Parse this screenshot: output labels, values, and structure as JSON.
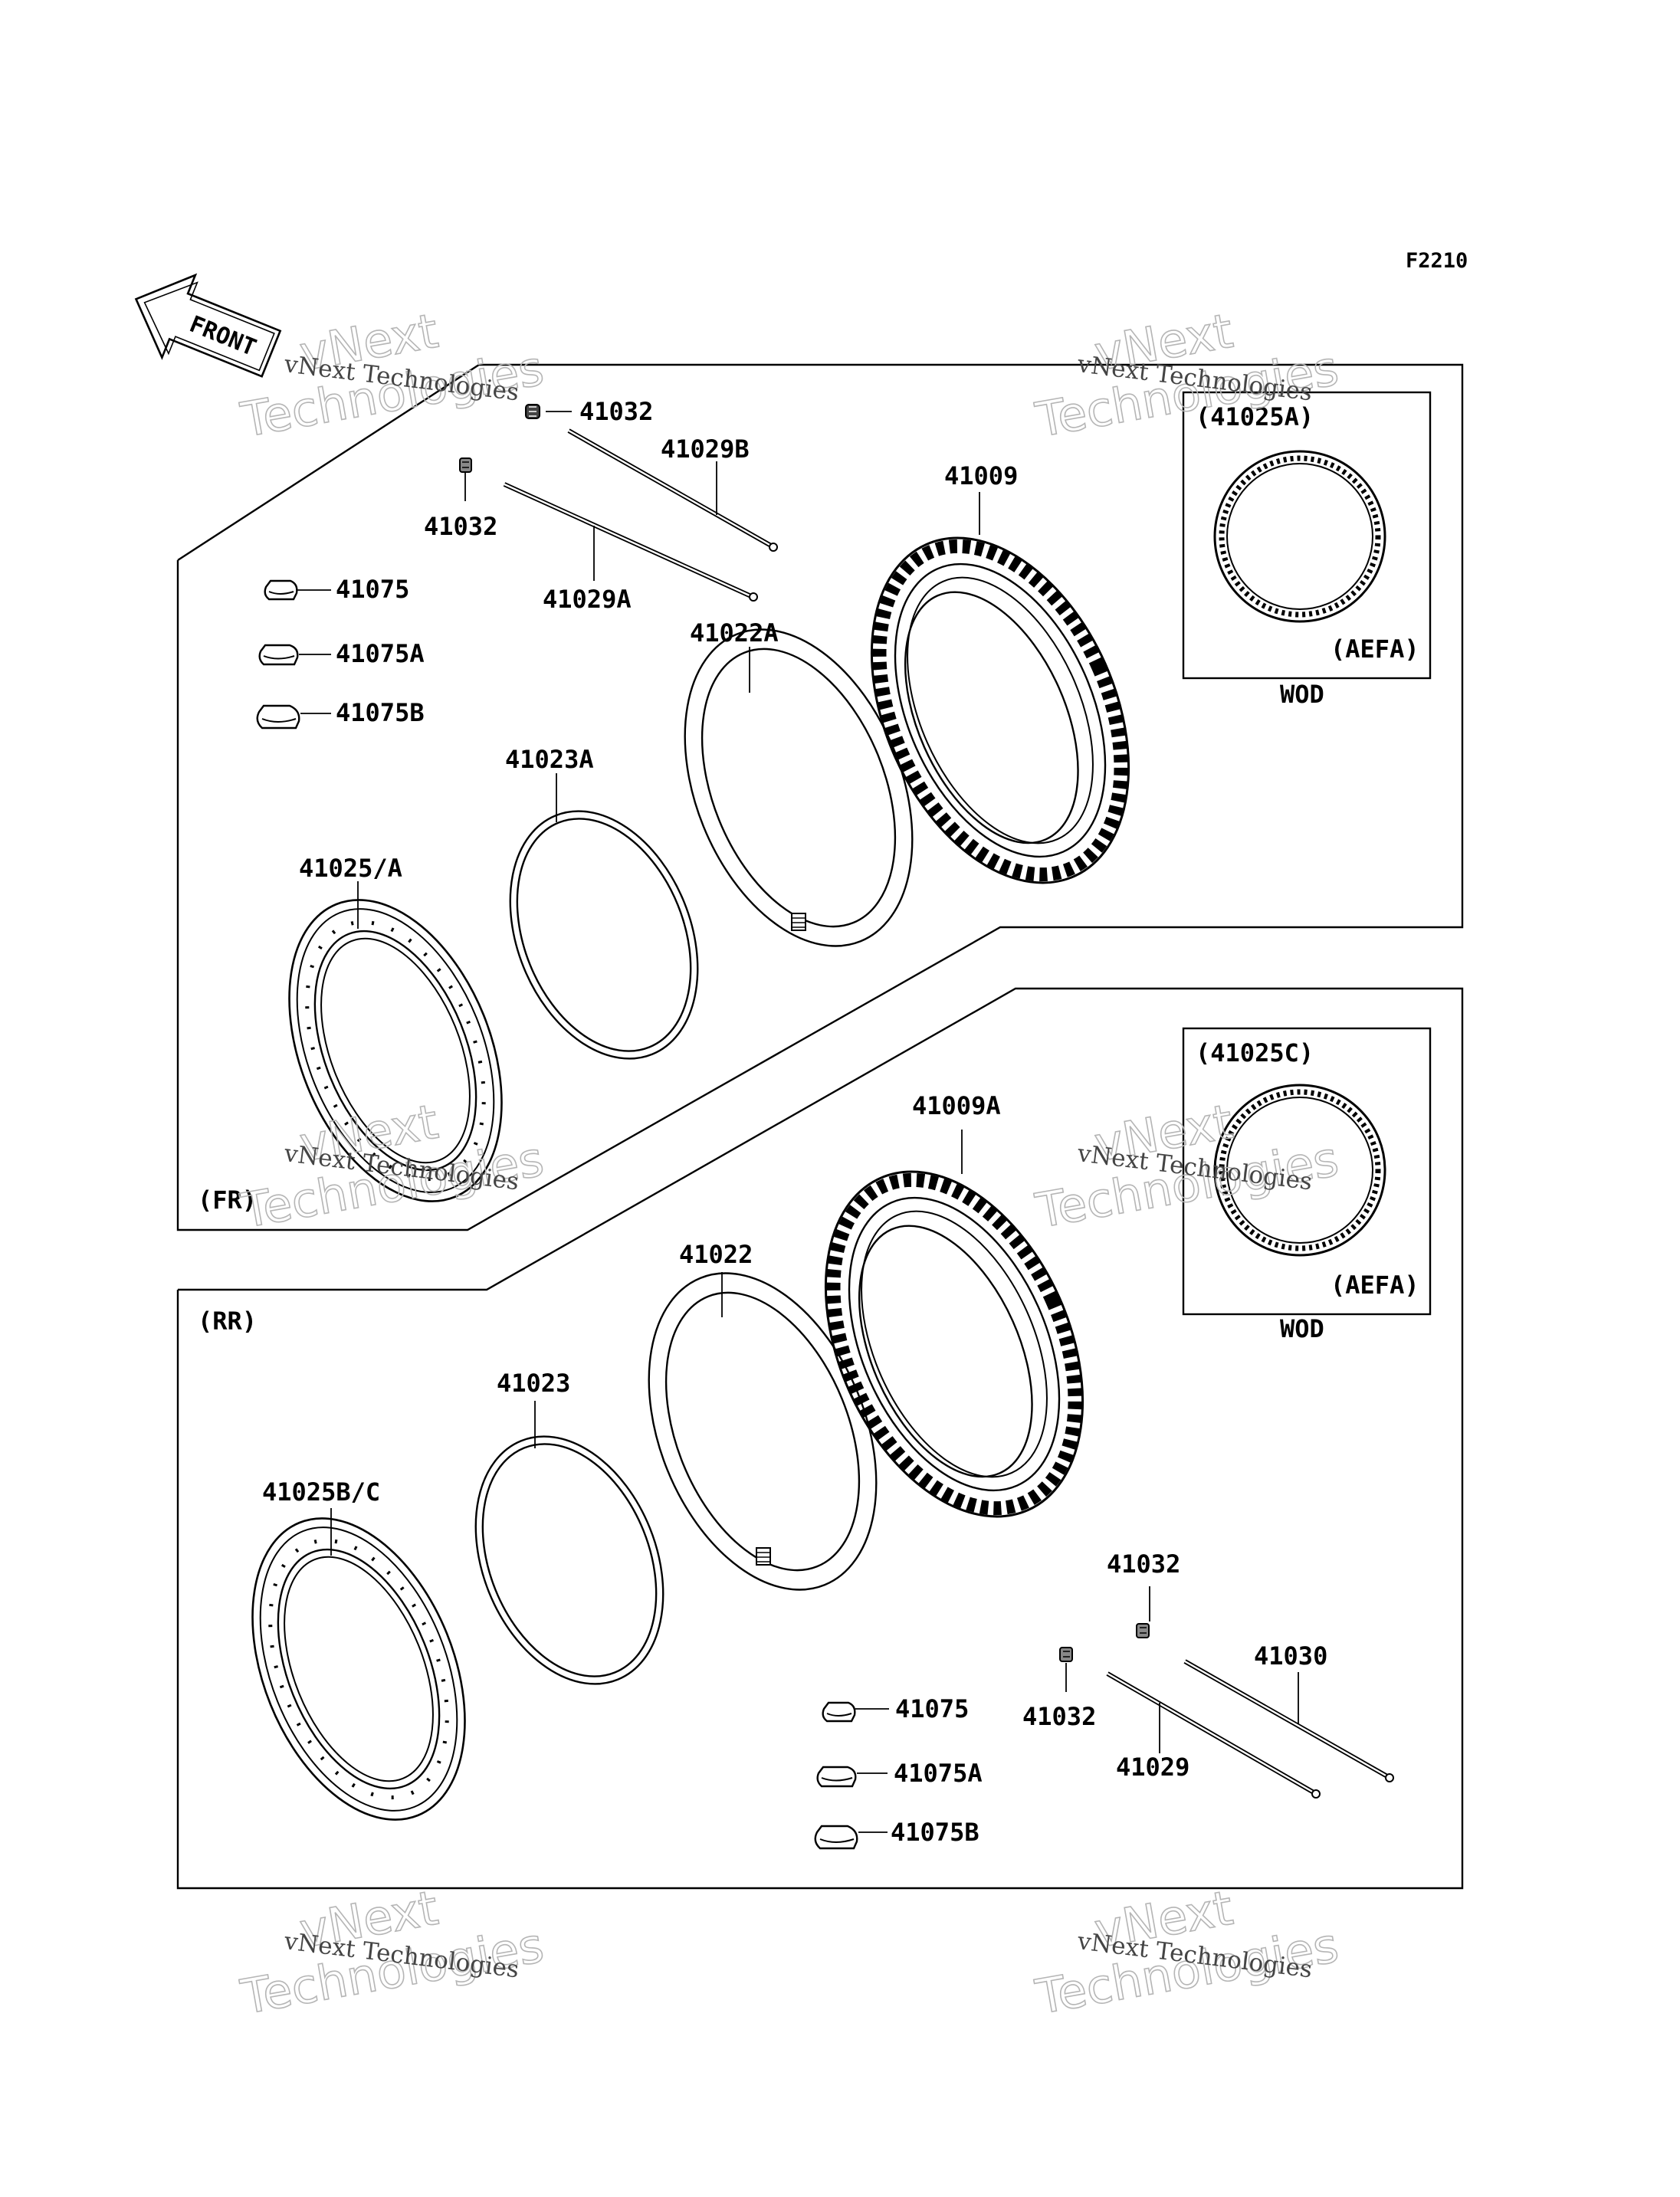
{
  "figure_code": "F2210",
  "front_arrow_label": "FRONT",
  "sections": {
    "front": {
      "tag": "(FR)",
      "parts": {
        "valve_cap_upper": "41032",
        "spoke_b": "41029B",
        "valve_cap_lower": "41032",
        "spoke_a": "41029A",
        "balancer": "41075",
        "balancer_a": "41075A",
        "balancer_b": "41075B",
        "tire": "41009",
        "tube": "41022A",
        "rim_band": "41023A",
        "rim": "41025/A"
      },
      "inset": {
        "part": "(41025A)",
        "code": "(AEFA)",
        "caption": "WOD"
      }
    },
    "rear": {
      "tag": "(RR)",
      "parts": {
        "tire": "41009A",
        "tube": "41022",
        "rim_band": "41023",
        "rim": "41025B/C",
        "valve_cap_upper": "41032",
        "valve_cap_lower": "41032",
        "spoke_long": "41030",
        "spoke": "41029",
        "balancer": "41075",
        "balancer_a": "41075A",
        "balancer_b": "41075B"
      },
      "inset": {
        "part": "(41025C)",
        "code": "(AEFA)",
        "caption": "WOD"
      }
    }
  },
  "watermark": {
    "line1": "vNext",
    "line2": "Technologies",
    "small": "vNext Technologies"
  }
}
